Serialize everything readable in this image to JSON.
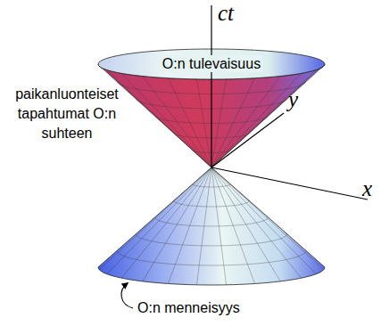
{
  "diagram": {
    "labels": [
      "ct",
      "O:n tulevaisuus",
      "y",
      "paikanluonteiset tapahtumat O:n suhteen",
      "x",
      "O:n menneisyys"
    ]
  }
}
